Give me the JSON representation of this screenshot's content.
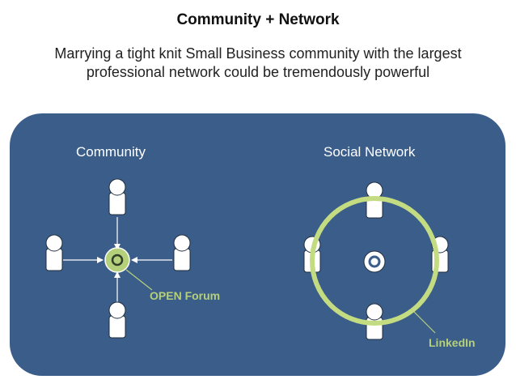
{
  "header": {
    "title": "Community + Network",
    "subtitle_line1": "Marrying a tight knit Small Business community with the largest",
    "subtitle_line2": "professional network could be tremendously powerful"
  },
  "diagram": {
    "left": {
      "label": "Community",
      "hub_label": "OPEN Forum"
    },
    "right": {
      "label": "Social Network",
      "ring_label": "LinkedIn"
    }
  },
  "colors": {
    "panel": "#3b5d8a",
    "accent": "#b5d07a",
    "person_fill": "#ffffff",
    "person_stroke": "#1f2d3d"
  }
}
